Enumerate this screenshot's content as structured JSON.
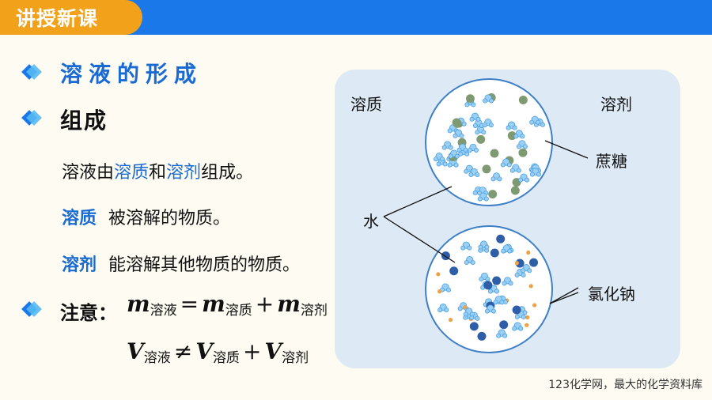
{
  "header": {
    "tab_title": "讲授新课"
  },
  "section": {
    "title": "溶液的形成",
    "subtitle": "组成"
  },
  "composition": {
    "prefix": "溶液由",
    "solute_word": "溶质",
    "and": "和",
    "solvent_word": "溶剂",
    "suffix": "组成。"
  },
  "definitions": [
    {
      "term": "溶质",
      "text": "被溶解的物质。"
    },
    {
      "term": "溶剂",
      "text": "能溶解其他物质的物质。"
    }
  ],
  "note": {
    "label": "注意：",
    "formula1": {
      "m": "m",
      "s_solution": "溶液",
      "eq": "=",
      "s_solute": "溶质",
      "plus": "+",
      "s_solvent": "溶剂"
    },
    "formula2": {
      "v": "V",
      "s_solution": "溶液",
      "neq": "≠",
      "s_solute": "溶质",
      "plus": "+",
      "s_solvent": "溶剂"
    }
  },
  "figure": {
    "label_solute": "溶质",
    "label_solvent": "溶剂",
    "label_sucrose": "蔗糖",
    "label_water": "水",
    "label_nacl": "氯化钠"
  },
  "footer": {
    "text": "123化学网，最大的化学资料库"
  },
  "colors": {
    "bar": "#1a78e8",
    "tab": "#f2a21a",
    "accent": "#1a6ad4",
    "panel": "#ddeaf6"
  }
}
